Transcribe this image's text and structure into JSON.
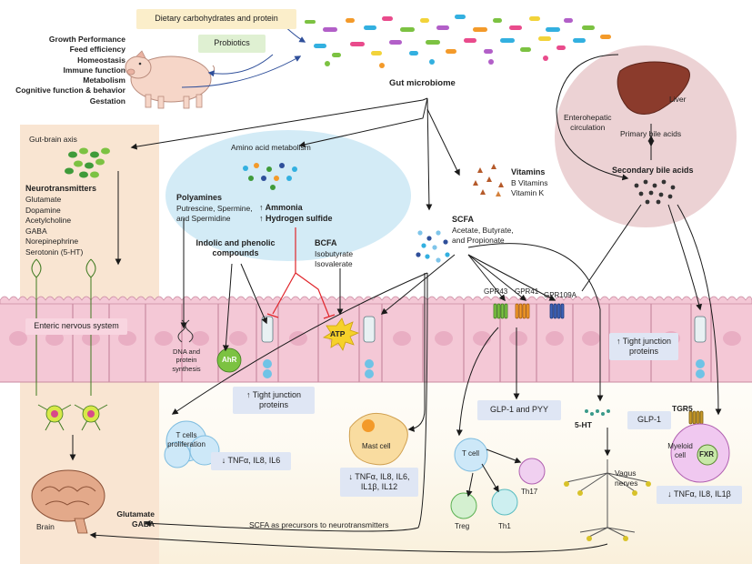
{
  "top": {
    "diet_label": "Dietary carbohydrates and protein",
    "probiotics_label": "Probiotics",
    "gut_microbiome_label": "Gut microbiome",
    "pig_benefits": [
      "Growth Performance",
      "Feed efficiency",
      "Homeostasis",
      "Immune function",
      "Metabolism",
      "Cognitive function & behavior",
      "Gestation"
    ]
  },
  "liver": {
    "liver_label": "Liver",
    "enterohepatic_label": "Enterohepatic\ncirculation",
    "primary_bile_label": "Primary bile acids",
    "secondary_bile_label": "Secondary bile acids"
  },
  "gut_brain": {
    "axis_label": "Gut-brain axis",
    "neurotransmitters_title": "Neurotransmitters",
    "neurotransmitters": [
      "Glutamate",
      "Dopamine",
      "Acetylcholine",
      "GABA",
      "Norepinephrine",
      "Serotonin (5-HT)"
    ],
    "enteric_label": "Enteric nervous system",
    "brain_label": "Brain",
    "glutamate_gaba_label": "Glutamate\nGABA",
    "scfa_precursor_label": "SCFA as precursors to neurotransmitters"
  },
  "amino": {
    "title": "Amino acid metabolism",
    "polyamines_title": "Polyamines",
    "polyamines_desc": "Putrescine, Spermine,\nand Spermidine",
    "ammonia_label": "↑ Ammonia\n↑ Hydrogen sulfide",
    "indolic_title": "Indolic and phenolic\ncompounds",
    "bcfa_title": "BCFA",
    "bcfa_desc": "Isobutyrate\nIsovalerate"
  },
  "vitamins": {
    "title": "Vitamins",
    "desc": "B Vitamins\nVitamin K"
  },
  "scfa": {
    "title": "SCFA",
    "desc": "Acetate, Butyrate,\nand Propionate"
  },
  "receptors": {
    "gpr43": "GPR43",
    "gpr41": "GPR41",
    "gpr109a": "GPR109A",
    "tgr5": "TGR5",
    "fxr": "FXR",
    "ahr": "AhR",
    "atp": "ATP"
  },
  "cells": {
    "dna_label": "DNA and\nprotein\nsynthesis",
    "tjp_left": "↑ Tight junction\nproteins",
    "tjp_right": "↑ Tight junction\nproteins",
    "tcell_prolif": "T cells\nproliferation",
    "cytokine_left": "↓ TNFα, IL8, IL6",
    "mast_cell": "Mast cell",
    "cytokine_mid": "↓ TNFα, IL8, IL6,\nIL1β, IL12",
    "glp_pyy": "GLP-1 and PYY",
    "t_cell": "T cell",
    "th17": "Th17",
    "treg": "Treg",
    "th1": "Th1",
    "five_ht": "5-HT",
    "glp1": "GLP-1",
    "vagus": "Vagus\nnerves",
    "myeloid": "Myeloid\ncell",
    "cytokine_right": "↓ TNFα, IL8, IL1β"
  },
  "colors": {
    "epithelium": "#f4c8d6",
    "epithelium_border": "#c98aa0",
    "gut_panel": "#f7dcc3",
    "amino_bubble": "#d3ebf6",
    "liver_bubble": "#ecd2d4",
    "arrow": "#1a1a1a",
    "inhibit": "#e0242a",
    "info_box": "#dfe6f4",
    "diet_box": "#fbeeca",
    "probiotics_box": "#dff0d2"
  }
}
